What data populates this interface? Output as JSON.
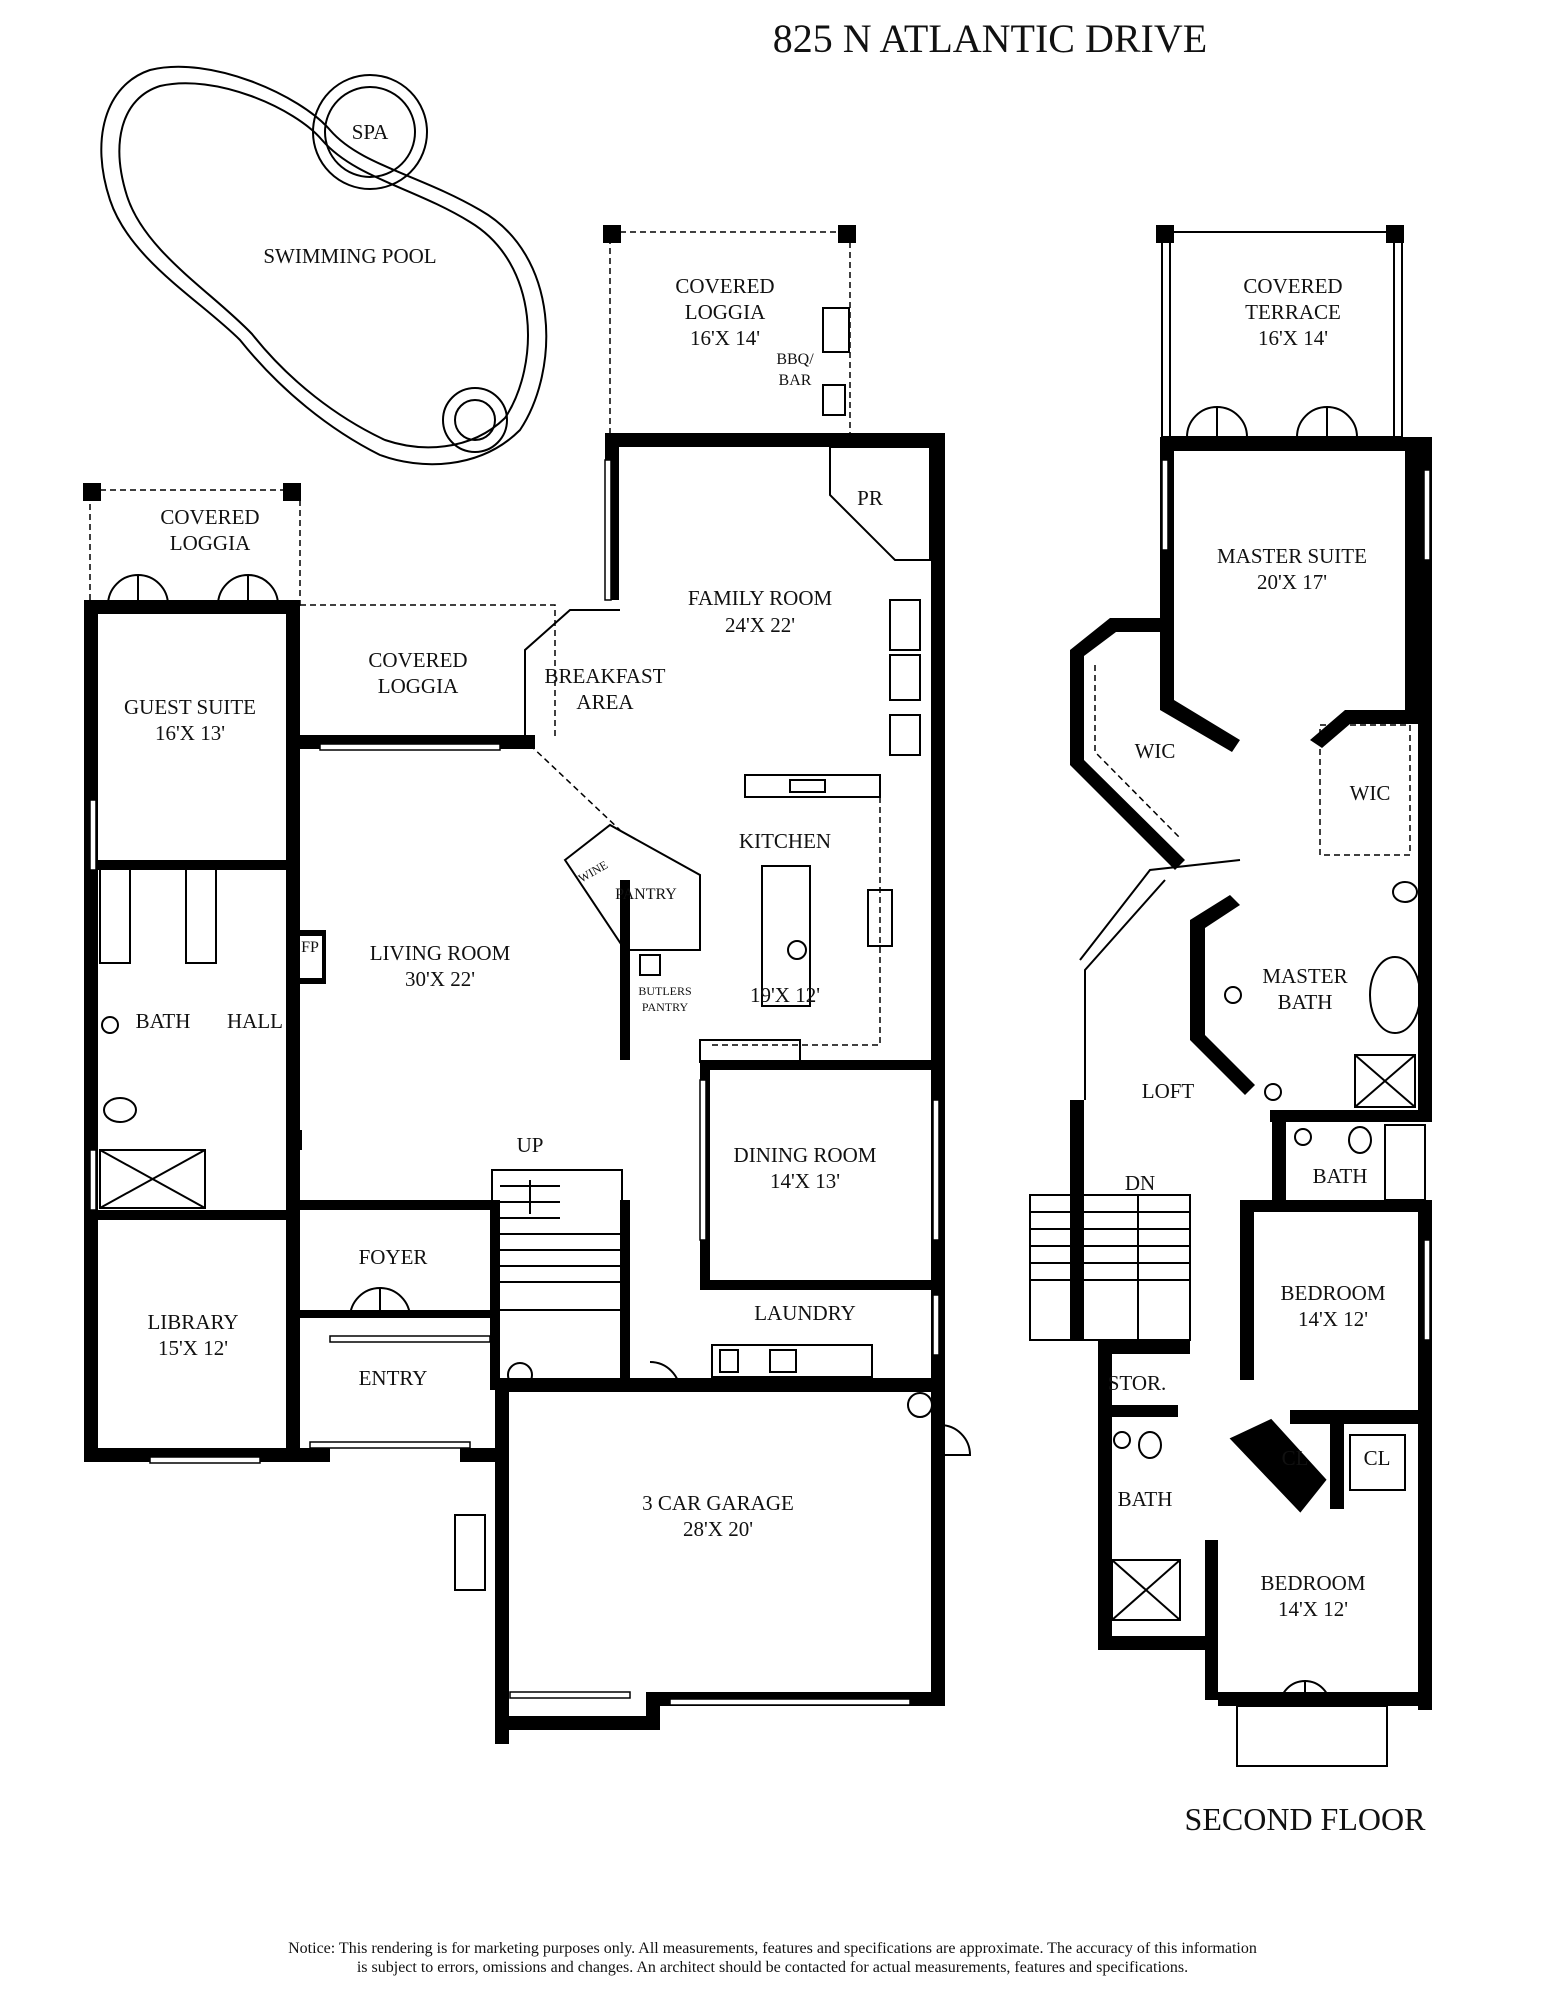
{
  "title": "825 N ATLANTIC DRIVE",
  "second_floor_title": "SECOND FLOOR",
  "notice": {
    "line1": "Notice: This rendering is for marketing purposes only. All measurements, features and specifications are approximate. The accuracy of this information",
    "line2": "is subject to errors, omissions and changes. An architect should be contacted for actual measurements, features and specifications."
  },
  "first_floor": {
    "spa": "SPA",
    "pool": "SWIMMING POOL",
    "rear_loggia": {
      "name": "COVERED",
      "name2": "LOGGIA",
      "size": "16'X 14'"
    },
    "bbq": {
      "line1": "BBQ/",
      "line2": "BAR"
    },
    "pr": "PR",
    "family_room": {
      "name": "FAMILY ROOM",
      "size": "24'X 22'"
    },
    "breakfast": {
      "line1": "BREAKFAST",
      "line2": "AREA"
    },
    "side_loggia": {
      "line1": "COVERED",
      "line2": "LOGGIA"
    },
    "guest_loggia": {
      "line1": "COVERED",
      "line2": "LOGGIA"
    },
    "guest_suite": {
      "name": "GUEST SUITE",
      "size": "16'X 13'"
    },
    "kitchen": {
      "name": "KITCHEN",
      "size": "19'X 12'"
    },
    "wine": "WINE",
    "pantry": "PANTRY",
    "butlers": {
      "line1": "BUTLERS",
      "line2": "PANTRY"
    },
    "fp": "FP",
    "living_room": {
      "name": "LIVING ROOM",
      "size": "30'X 22'"
    },
    "bath": "BATH",
    "hall": "HALL",
    "up": "UP",
    "dining_room": {
      "name": "DINING ROOM",
      "size": "14'X 13'"
    },
    "foyer": "FOYER",
    "laundry": "LAUNDRY",
    "library": {
      "name": "LIBRARY",
      "size": "15'X 12'"
    },
    "entry": "ENTRY",
    "garage": {
      "name": "3 CAR GARAGE",
      "size": "28'X 20'"
    }
  },
  "second_floor": {
    "terrace": {
      "line1": "COVERED",
      "line2": "TERRACE",
      "size": "16'X 14'"
    },
    "master_suite": {
      "name": "MASTER SUITE",
      "size": "20'X 17'"
    },
    "wic_left": "WIC",
    "wic_right": "WIC",
    "master_bath": {
      "line1": "MASTER",
      "line2": "BATH"
    },
    "loft": "LOFT",
    "dn": "DN",
    "bath_upper": "BATH",
    "bedroom_upper": {
      "name": "BEDROOM",
      "size": "14'X 12'"
    },
    "stor": "STOR.",
    "cl_left": "CL",
    "cl_right": "CL",
    "bath_lower": "BATH",
    "bedroom_lower": {
      "name": "BEDROOM",
      "size": "14'X 12'"
    }
  }
}
